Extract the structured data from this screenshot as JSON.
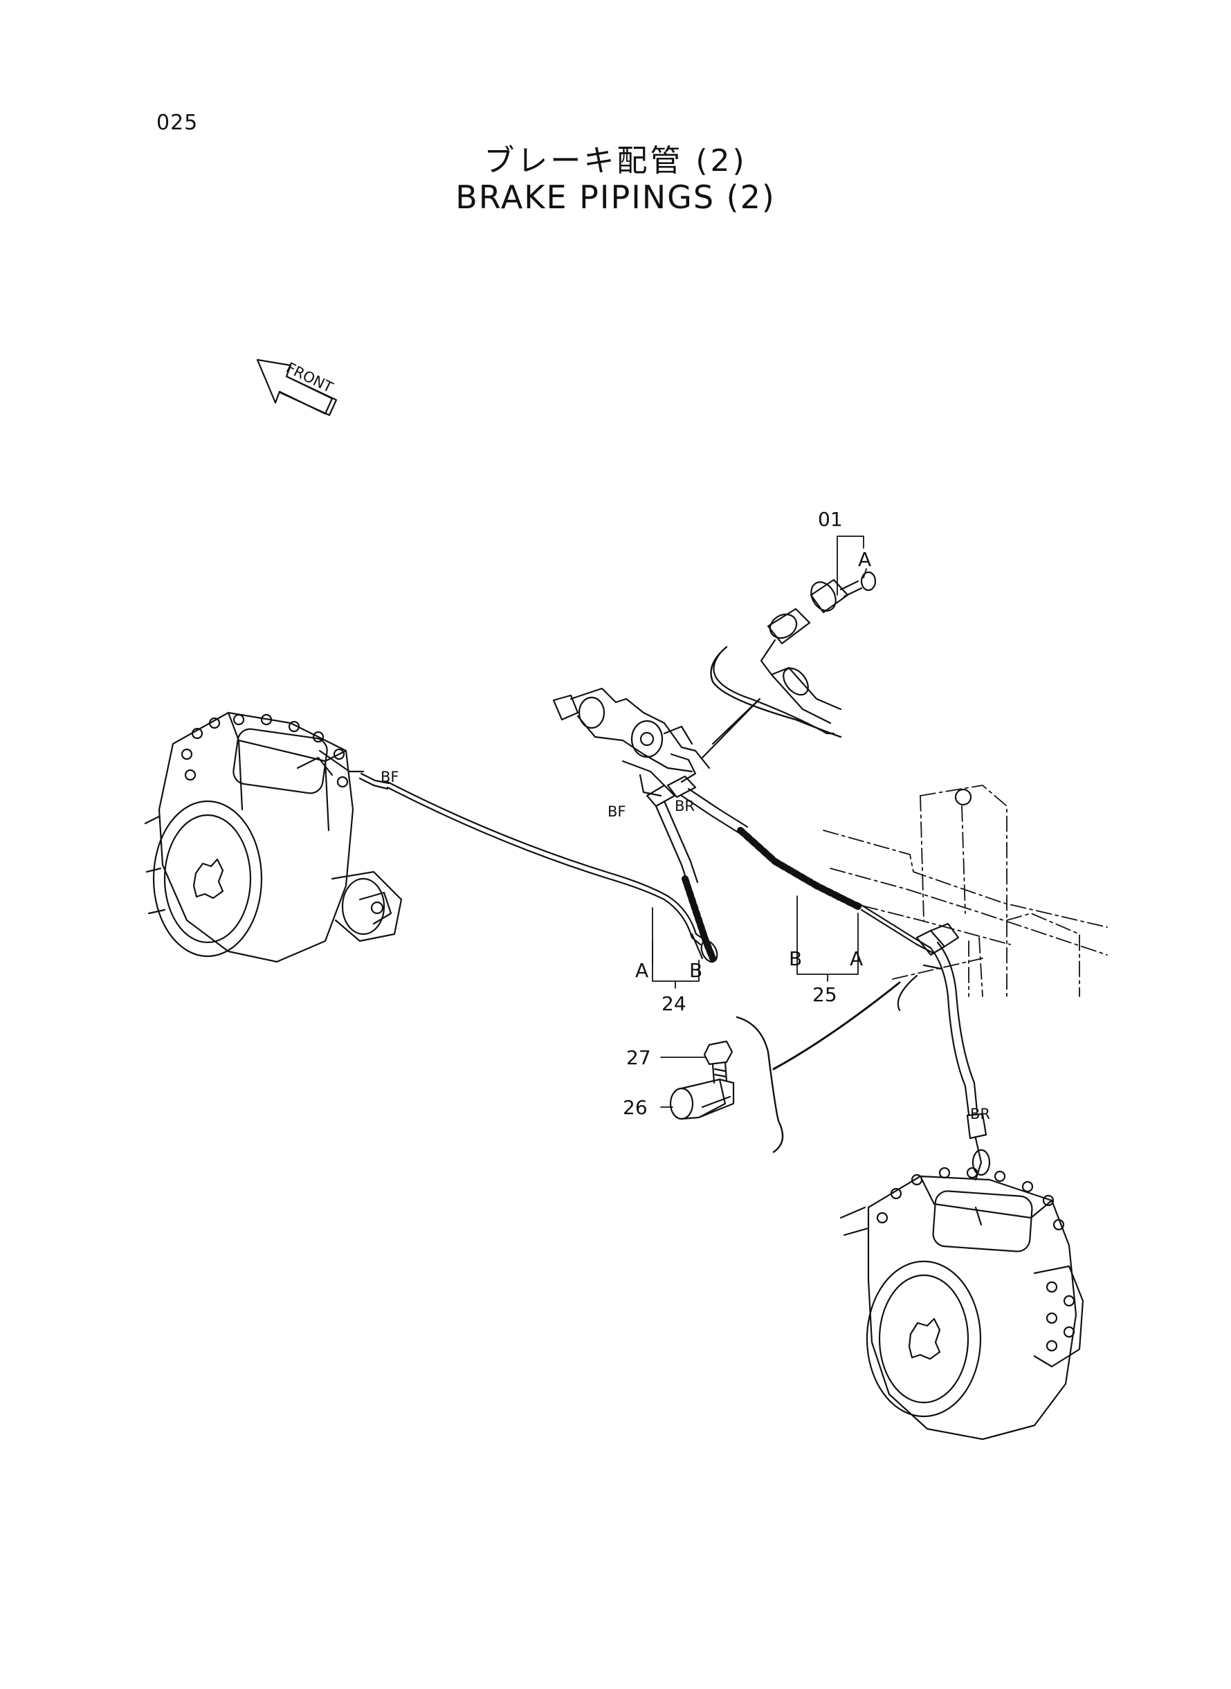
{
  "page_number": "025",
  "title_japanese": "ブレーキ配管 (2)",
  "title_english": "BRAKE PIPINGS (2)",
  "front_arrow_label": "FRONT",
  "part_labels": {
    "p01": "01",
    "p24": "24",
    "p25": "25",
    "p26": "26",
    "p27": "27"
  },
  "end_labels": {
    "a": "A",
    "b": "B"
  },
  "port_labels": {
    "bf": "BF",
    "br": "BR"
  }
}
